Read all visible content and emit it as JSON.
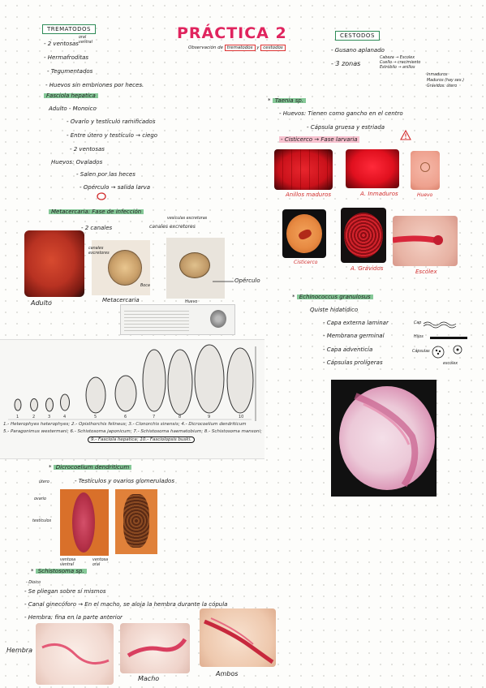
{
  "title": "PRÁCTICA 2",
  "subtitle": {
    "prefix": "Observación de",
    "trematodos": "trematodos",
    "and": "y",
    "cestodos": "cestodos"
  },
  "trematodos": {
    "header": "TREMATODOS",
    "ventosas_note": "oral\nventral",
    "items": [
      "- 2 ventosas",
      "- Hermafroditas",
      "- Tegumentados",
      "- Huevos sin embriones por heces."
    ],
    "fasciola": {
      "label": "Fasciola hepatica",
      "adulto": "Adulto - Monoico",
      "adulto_items": [
        "- Ovario y testículo ramificados",
        "- Entre útero y testículo → ciego",
        "- 2 ventosas"
      ],
      "huevos": "Huevos: Ovalados",
      "huevos_items": [
        "- Salen por las heces",
        "- Opérculo → salida larva"
      ],
      "metacercaria": "Metacercaria: Fase de infección",
      "metacercaria_items": [
        "- 2 canales",
        "vesículas excretoras",
        "canales excretores"
      ],
      "photo_labels": {
        "adulto": "Adulto",
        "metacercaria": "Metacercaria",
        "huevo": "Huevo",
        "operculo": "Opérculo",
        "canales": "canales excretores",
        "boca": "Boca"
      }
    },
    "egg_chart": {
      "caption1": "1.- Heterophyes heterophyes; 2.- Opisthorchis felineus; 3.- Clonorchis sinensis; 4.- Dicrocoelium dendriticum",
      "caption2": "5.- Paragonimus westermani; 6.- Schistosoma japonicum; 7.- Schistosoma haematobium; 8.- Schistosoma mansoni;",
      "caption3": "9.- Fasciola hepatica; 10.- Fasciolopsis buski.",
      "numbers": [
        "1",
        "2",
        "3",
        "4",
        "5",
        "6",
        "7",
        "8",
        "9",
        "10"
      ]
    },
    "dicrocoelium": {
      "label": "Dicrocoelium dendriticum",
      "items": [
        "- Testículos y ovarios glomerulados"
      ],
      "labels": {
        "utero": "útero",
        "ovario": "ovario",
        "testiculos": "testículos",
        "ventosa_ventral": "ventosa ventral",
        "ventosa_oral": "ventosa oral"
      }
    },
    "schistosoma": {
      "label": "Schistosoma sp.",
      "items": [
        "- Dioico",
        "- Se pliegan sobre sí mismos",
        "- Canal ginecóforo → En el macho, se aloja la hembra durante la cópula",
        "- Hembra: fina en la parte anterior"
      ],
      "photo_labels": {
        "hembra": "Hembra",
        "macho": "Macho",
        "ambos": "Ambos"
      }
    }
  },
  "cestodos": {
    "header": "CESTODOS",
    "items": [
      "- Gusano aplanado",
      "- 3 zonas"
    ],
    "zonas": [
      "Cabeza → Escolex",
      "Cuello → crecimiento",
      "Estróbilo → anillos"
    ],
    "anillos": [
      "Inmaduros",
      "Maduros (hay sex.)",
      "Grávidos: útero"
    ],
    "taenia": {
      "label": "Taenia sp.",
      "items": [
        "- Huevos: Tienen como gancho en el centro",
        "- Cápsula gruesa y estriada",
        "- Cisticerco → Fase larvaria"
      ],
      "photo_labels": [
        "Anillos maduros",
        "A. Inmaduros",
        "Huevo",
        "Cisticerco",
        "A. Grávidos",
        "Escólex"
      ]
    },
    "echinococcus": {
      "label": "Echinococcus granulosus",
      "quiste": "Quiste hidatídico",
      "items": [
        "- Capa externa laminar",
        "- Membrana germinal",
        "- Capa adventicia",
        "- Cápsulas prolígeras"
      ],
      "side_labels": {
        "cap": "Cap",
        "hijos": "Hijos",
        "capsulas": "Cápsulas",
        "escolex": "escólex"
      }
    }
  },
  "colors": {
    "title": "#e0245e",
    "green": "#2e8b57",
    "highlight": "#86c998",
    "red": "#d12b2b"
  }
}
